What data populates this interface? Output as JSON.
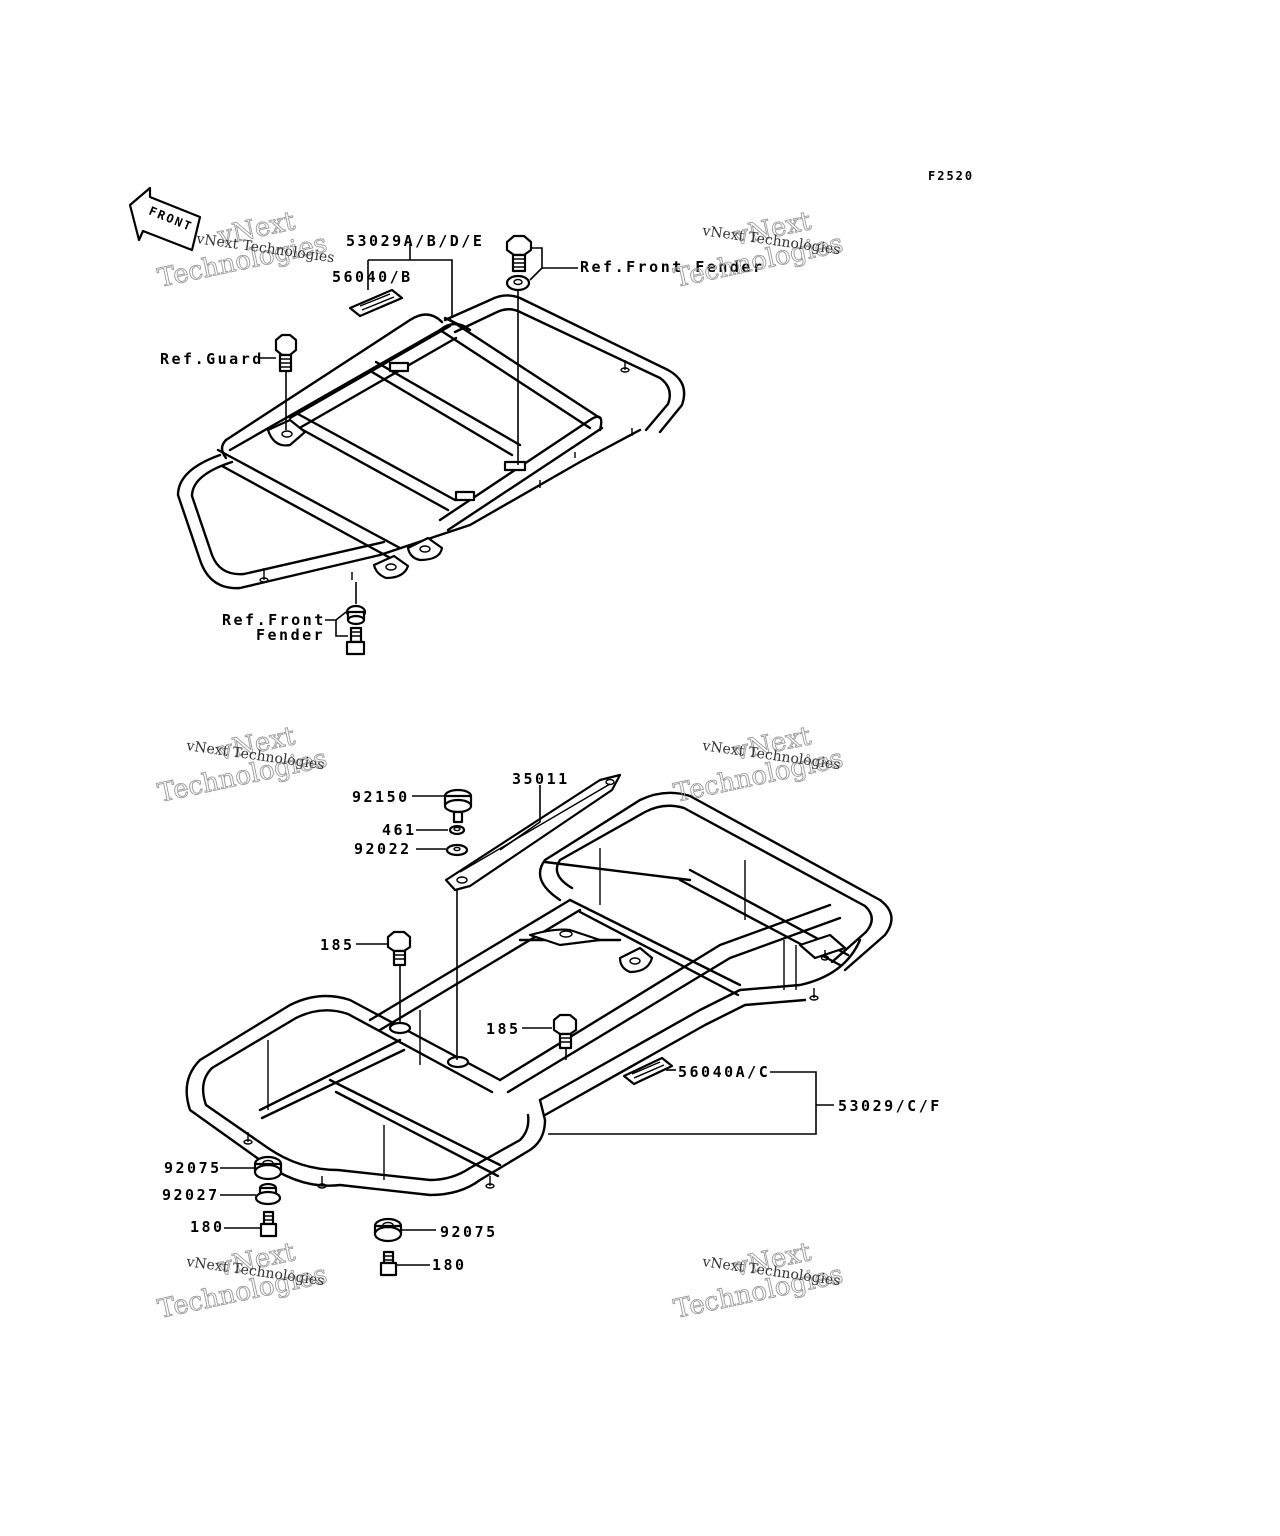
{
  "diagram": {
    "code": "F2520",
    "front_badge": "FRONT",
    "watermark": {
      "line1": "vNext",
      "line2": "Technologies",
      "small": "vNext Technologies"
    },
    "top_labels": {
      "frame": "53029A/B/D/E",
      "sticker": "56040/B",
      "bolt_ref": "Ref.Front Fender",
      "guard_ref": "Ref.Guard",
      "bottom_ref_1": "Ref.Front",
      "bottom_ref_2": "Fender"
    },
    "bottom_labels": {
      "knob": "92150",
      "bracket": "35011",
      "small_nut": "461",
      "washer": "92022",
      "bolt_left": "185",
      "bolt_right": "185",
      "sticker": "56040A/C",
      "frame": "53029/C/F",
      "collar_left": "92075",
      "damper": "92027",
      "bolt_small_left": "180",
      "collar_right": "92075",
      "bolt_small_right": "180"
    }
  }
}
